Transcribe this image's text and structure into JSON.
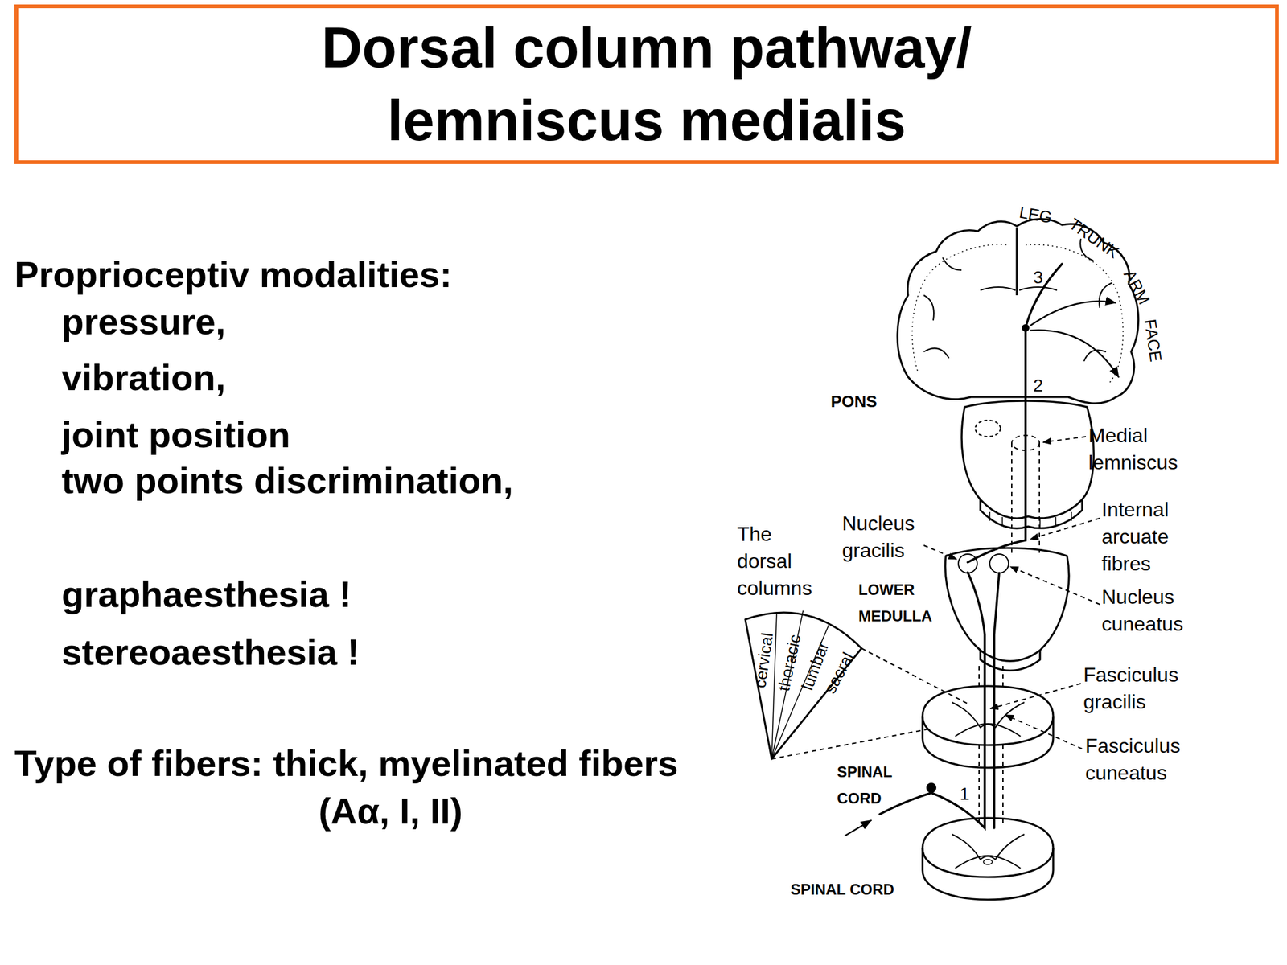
{
  "diagram": {
    "title": "Dorsal column pathway/ lemniscus medialis",
    "labels": [
      "Proprioceptiv modalities:",
      "pressure,",
      "vibration,",
      "joint position",
      "two points discrimination,",
      "graphaesthesia !",
      "stereoaesthesia !",
      "Type of fibers: thick, myelinated fibers (Aα, I, II)",
      "LEG",
      "TRUNK",
      "ARM",
      "FACE",
      "3",
      "2",
      "PONS",
      "Medial lemniscus",
      "Internal arcuate fibres",
      "The dorsal columns",
      "Nucleus gracilis",
      "LOWER MEDULLA",
      "Nucleus cuneatus",
      "cervical",
      "thoracic",
      "lumbar",
      "sacral",
      "Fasciculus gracilis",
      "Fasciculus cuneatus",
      "SPINAL CORD",
      "1",
      "SPINAL CORD"
    ]
  }
}
